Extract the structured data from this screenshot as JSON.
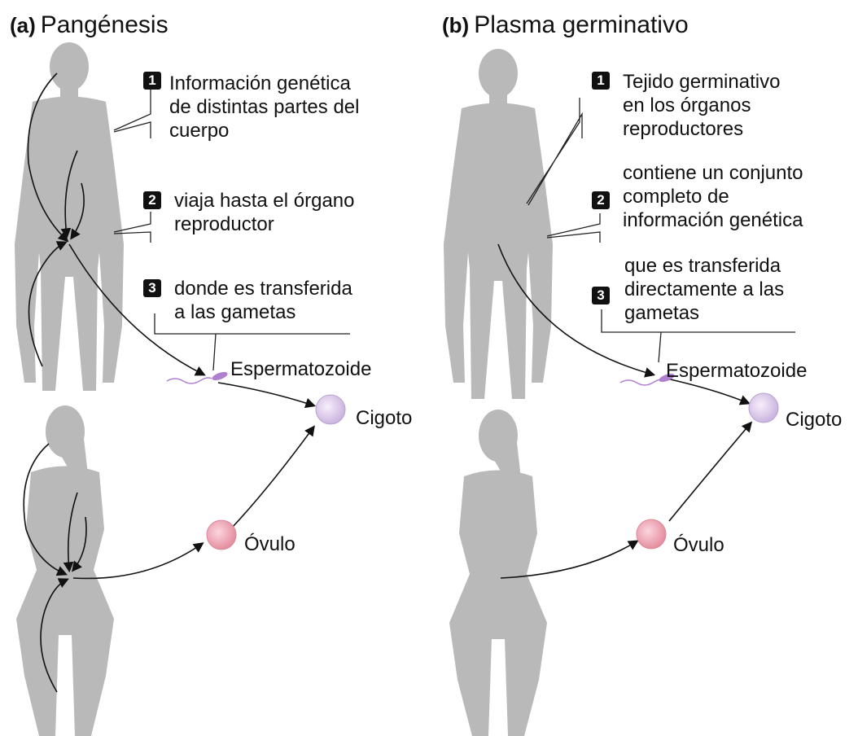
{
  "panels": [
    {
      "letter": "(a)",
      "title": "Pangénesis",
      "steps": [
        {
          "number": "1",
          "text": "Información genética\nde distintas partes del\ncuerpo"
        },
        {
          "number": "2",
          "text": "viaja hasta el órgano\nreproductor"
        },
        {
          "number": "3",
          "text": "donde es transferida\na las gametas"
        }
      ],
      "labels": {
        "sperm": "Espermatozoide",
        "zygote": "Cigoto",
        "ovum": "Óvulo"
      }
    },
    {
      "letter": "(b)",
      "title": "Plasma germinativo",
      "steps": [
        {
          "number": "1",
          "text": "Tejido germinativo\nen los órganos\nreproductores"
        },
        {
          "number": "2",
          "text": "contiene un conjunto\ncompleto de\ninformación genética"
        },
        {
          "number": "3",
          "text": "que es transferida\ndirectamente a las\ngametas"
        }
      ],
      "labels": {
        "sperm": "Espermatozoide",
        "zygote": "Cigoto",
        "ovum": "Óvulo"
      }
    }
  ],
  "colors": {
    "silhouette": "#b9b9b9",
    "zygote": "#d9c6ea",
    "ovum": "#f0a9b7",
    "sperm": "#b07fd0",
    "arrow": "#111111"
  }
}
